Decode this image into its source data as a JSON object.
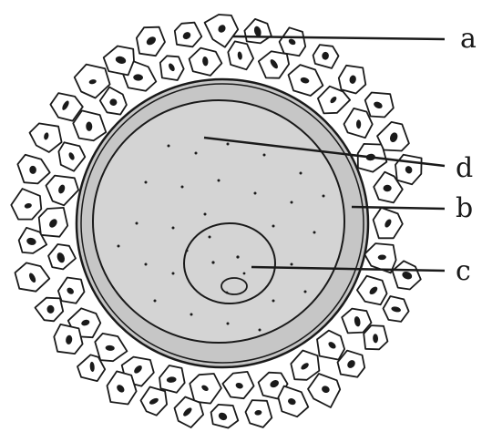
{
  "labels": {
    "a": "a",
    "b": "b",
    "c": "c",
    "d": "d"
  },
  "colors": {
    "ink": "#1a1a1a",
    "cytoplasm": "#d4d4d4",
    "zona": "#c6c6c6",
    "background": "#ffffff",
    "cell_fill": "#ffffff"
  },
  "icons": {
    "follicle_cell": "follicle-cell-icon",
    "nucleus": "nucleus-icon",
    "nucleolus": "nucleolus-icon"
  }
}
